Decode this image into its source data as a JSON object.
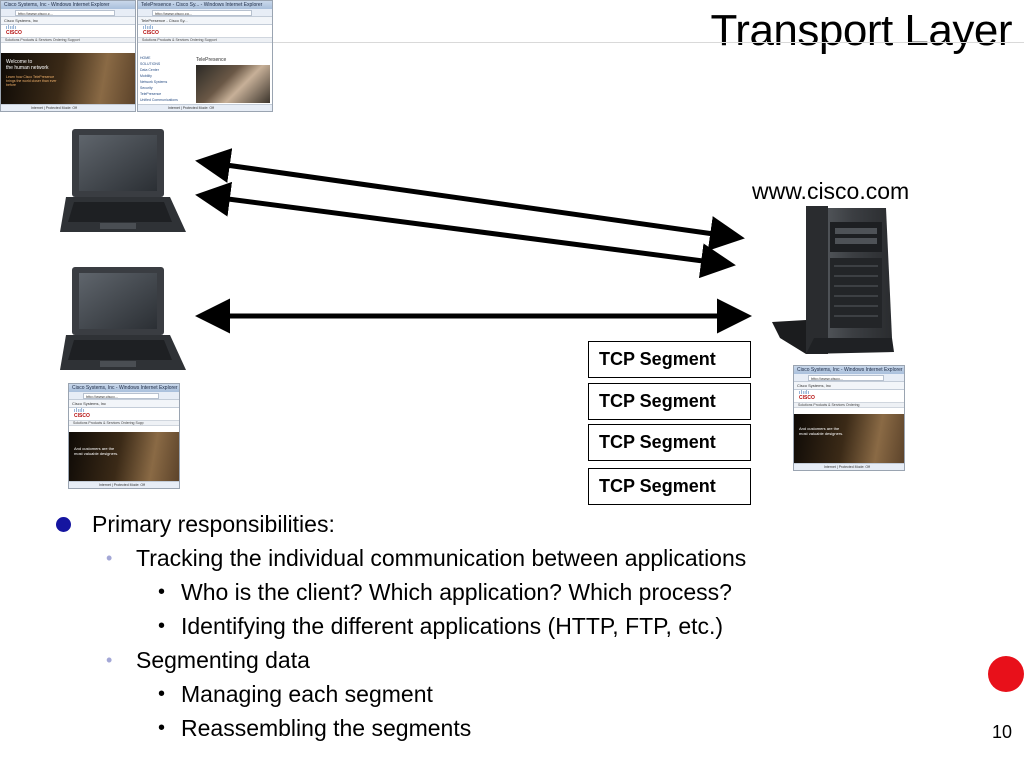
{
  "slide": {
    "title": "Transport Layer",
    "page_number": "10"
  },
  "server": {
    "url": "www.cisco.com"
  },
  "segments": [
    "TCP Segment",
    "TCP Segment",
    "TCP Segment",
    "TCP Segment"
  ],
  "browsers": {
    "top_left": {
      "title_bar": "Cisco Systems, Inc - Windows Internet Explorer",
      "address": "http://www.cisco.c...",
      "tab": "Cisco Systems, Inc",
      "logo_word": "CISCO",
      "nav": "Solutions   Products & Services   Ordering   Support",
      "hero_line1": "Welcome to",
      "hero_line2": "the human network",
      "hero_sub": "Learn how Cisco TelePresence brings the world closer than ever before",
      "status": "Internet | Protected Mode: Off"
    },
    "top_right": {
      "title_bar": "TelePresence - Cisco Sy... - Windows Internet Explorer",
      "address": "http://www.cisco.co...",
      "tab": "TelePresence - Cisco Sy...",
      "logo_word": "CISCO",
      "nav": "Solutions   Products & Services   Ordering   Support",
      "sidebar": [
        "HOME",
        "SOLUTIONS",
        "Data Center",
        "Mobility",
        "Network Systems",
        "Security",
        "TelePresence",
        "Unified Communications"
      ],
      "content_heading": "TelePresence",
      "status": "Internet | Protected Mode: Off"
    },
    "bottom_left": {
      "title_bar": "Cisco Systems, Inc - Windows Internet Explorer",
      "address": "http://www.cisco...",
      "tab": "Cisco Systems, Inc",
      "logo_word": "CISCO",
      "nav": "Solutions   Products & Services   Ordering   Supp",
      "hero_line1": "And customers are the",
      "hero_line2": "most valuable designers.",
      "status": "Internet | Protected Mode: Off"
    },
    "bottom_right": {
      "title_bar": "Cisco Systems, Inc - Windows Internet Explorer",
      "address": "http://www.cisco...",
      "tab": "Cisco Systems, Inc",
      "logo_word": "CISCO",
      "nav": "Solutions   Products & Services   Ordering",
      "hero_line1": "And customers are the",
      "hero_line2": "most valuable designers.",
      "status": "Internet | Protected Mode: Off"
    }
  },
  "bullets": {
    "primary": "Primary responsibilities:",
    "tracking": "Tracking the individual communication between applications",
    "who": "Who is the client? Which application? Which process?",
    "identifying": "Identifying the different applications (HTTP, FTP, etc.)",
    "segmenting": "Segmenting data",
    "managing": "Managing each segment",
    "reassembling": "Reassembling the segments"
  },
  "colors": {
    "bullet_level1": "#1515a0",
    "bullet_level2": "#a3a7d6",
    "red_dot": "#e8101a",
    "laptop_body": "#3a3d42",
    "server_body": "#3b3e42"
  },
  "icons": {
    "client_device": "laptop-icon",
    "server_device": "server-icon",
    "connection": "double-headed-arrow"
  }
}
